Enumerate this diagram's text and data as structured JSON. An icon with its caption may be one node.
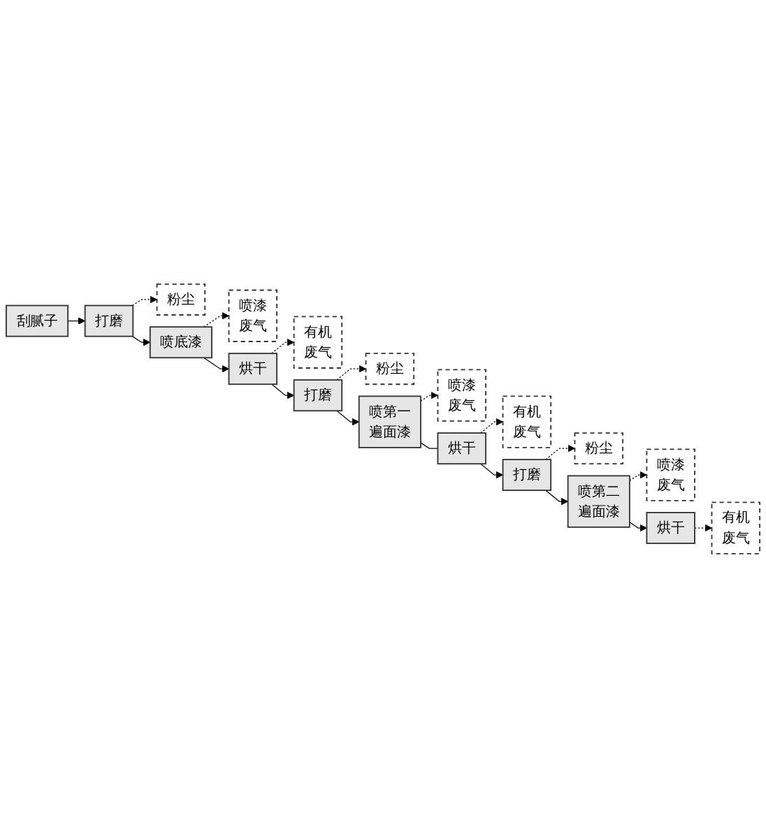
{
  "diagram": {
    "nodes": [
      {
        "text": [
          "粉尘"
        ]
      },
      {
        "text": [
          "喷漆废气"
        ]
      },
      {
        "text": [
          "有机废气"
        ]
      },
      {
        "text": [
          "粉尘"
        ]
      },
      {
        "text": [
          "喷漆废气"
        ]
      },
      {
        "text": [
          "刮腻子"
        ]
      },
      {
        "text": [
          "打磨"
        ]
      },
      {
        "text": [
          "喷底漆"
        ]
      },
      {
        "text": [
          "烘干"
        ]
      },
      {
        "text": [
          "打磨"
        ]
      },
      {
        "text": [
          "喷第一遍面漆"
        ]
      },
      {
        "text": [
          "有机废气"
        ]
      },
      {
        "text": [
          "粉尘"
        ]
      },
      {
        "text": [
          "喷漆废气"
        ]
      },
      {
        "text": [
          "有机废气"
        ]
      },
      {
        "text": [
          "烘干"
        ]
      },
      {
        "text": [
          "打磨"
        ]
      },
      {
        "text": [
          "喷第二遍面漆"
        ]
      },
      {
        "text": [
          "烘干"
        ]
      }
    ],
    "edges": [
      {
        "from": 5,
        "to": 6,
        "arrow": "to"
      },
      {
        "from": 6,
        "to": 0,
        "arrow": "to",
        "style": "dashed"
      },
      {
        "from": 6,
        "to": 7,
        "arrow": "to"
      },
      {
        "from": 7,
        "to": 1,
        "arrow": "to",
        "style": "dashed"
      },
      {
        "from": 7,
        "to": 8,
        "arrow": "to"
      },
      {
        "from": 8,
        "to": 2,
        "arrow": "to",
        "style": "dashed"
      },
      {
        "from": 8,
        "to": 9,
        "arrow": "to"
      },
      {
        "from": 9,
        "to": 3,
        "arrow": "to",
        "style": "dashed"
      },
      {
        "from": 9,
        "to": 10,
        "arrow": "to"
      },
      {
        "from": 10,
        "to": 4,
        "arrow": "to",
        "style": "dashed"
      },
      {
        "from": 10,
        "to": 15,
        "arrow": "none"
      },
      {
        "from": 15,
        "to": 11,
        "arrow": "to",
        "style": "dashed"
      },
      {
        "from": 15,
        "to": 16,
        "arrow": "to"
      },
      {
        "from": 16,
        "to": 12,
        "arrow": "to",
        "style": "dashed"
      },
      {
        "from": 16,
        "to": 17,
        "arrow": "to"
      },
      {
        "from": 17,
        "to": 13,
        "arrow": "to",
        "style": "dashed"
      },
      {
        "from": 17,
        "to": 18,
        "arrow": "to"
      },
      {
        "from": 18,
        "to": 14,
        "arrow": "to",
        "style": "dashed"
      }
    ]
  }
}
